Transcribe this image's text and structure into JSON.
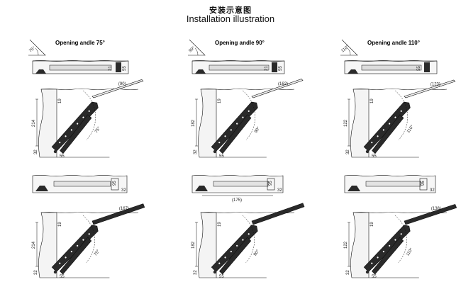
{
  "header": {
    "title_cn": "安装示意图",
    "title_en": "Installation illustration"
  },
  "panels": [
    {
      "heading": "Opening andle 75°",
      "angle_badge": "75°",
      "angle_label": "75°",
      "top_view_dims": [
        "21",
        "55"
      ],
      "upper": {
        "width_label": "(90)",
        "height": "214",
        "offset": "19",
        "bottom": "32",
        "depth": "55"
      },
      "middle": {
        "dims": [
          "95",
          "32"
        ],
        "run": ""
      },
      "lower": {
        "width_label": "(167)",
        "height": "214",
        "offset": "19",
        "bottom": "32",
        "depth": "55"
      }
    },
    {
      "heading": "Opening andle 90°",
      "angle_badge": "90°",
      "angle_label": "90°",
      "top_view_dims": [
        "21",
        "55"
      ],
      "upper": {
        "width_label": "(162)",
        "height": "182",
        "offset": "19",
        "bottom": "32",
        "depth": "55"
      },
      "middle": {
        "dims": [
          "95",
          "32"
        ],
        "run": "(175)"
      },
      "lower": {
        "width_label": "",
        "height": "182",
        "offset": "19",
        "bottom": "32",
        "depth": "55"
      }
    },
    {
      "heading": "Opening andle 110°",
      "angle_badge": "110°",
      "angle_label": "110°",
      "top_view_dims": [
        "55"
      ],
      "upper": {
        "width_label": "(123)",
        "height": "122",
        "offset": "19",
        "bottom": "32",
        "depth": "55"
      },
      "middle": {
        "dims": [
          "95",
          "32"
        ],
        "run": ""
      },
      "lower": {
        "width_label": "(138)",
        "height": "122",
        "offset": "19",
        "bottom": "32",
        "depth": "55"
      }
    }
  ],
  "colors": {
    "ink": "#111111",
    "fill": "#2a2a2a",
    "grey": "#9a9a9a"
  }
}
